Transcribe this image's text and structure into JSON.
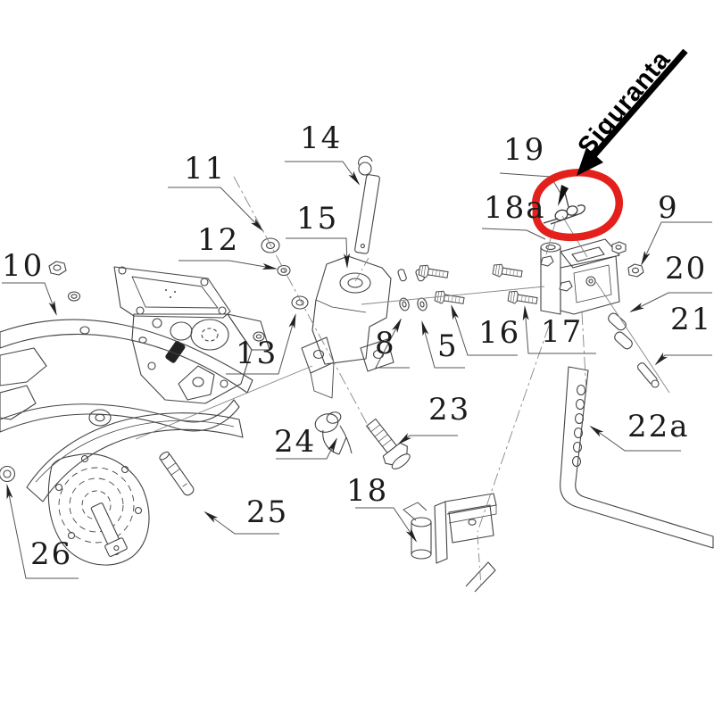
{
  "annotation": {
    "text": "Siguranta"
  },
  "colors": {
    "highlight_red": "#e3201b",
    "line": "#444444",
    "label": "#1b1b1b"
  },
  "labels": {
    "n5": "5",
    "n8": "8",
    "n9": "9",
    "n10": "10",
    "n11": "11",
    "n12": "12",
    "n13": "13",
    "n14": "14",
    "n15": "15",
    "n16": "16",
    "n17": "17",
    "n18": "18",
    "n18a": "18a",
    "n19": "19",
    "n20": "20",
    "n21": "21",
    "n22a": "22a",
    "n23": "23",
    "n24": "24",
    "n25": "25",
    "n26": "26"
  }
}
